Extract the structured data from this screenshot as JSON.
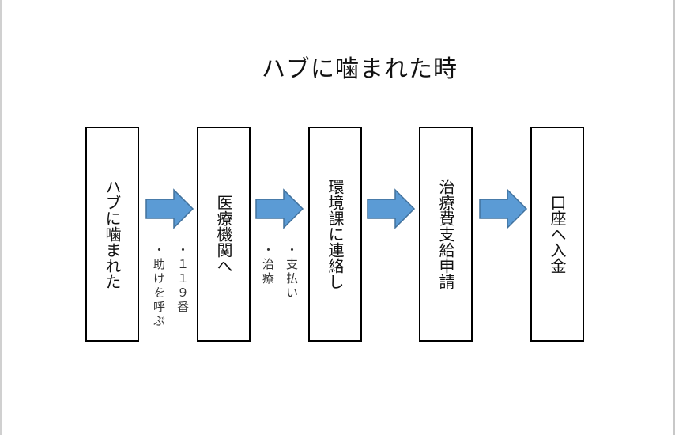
{
  "title": "ハブに噛まれた時",
  "boxes": [
    {
      "label": "ハブに噛まれた"
    },
    {
      "label": "医療機関へ"
    },
    {
      "label": "環境課に連絡し"
    },
    {
      "label": "治療費支給申請"
    },
    {
      "label": "口座へ入金"
    }
  ],
  "notes": [
    {
      "lines": [
        "・１１９番",
        "・助けを呼ぶ"
      ]
    },
    {
      "lines": [
        "・支払い",
        "・治療"
      ]
    }
  ],
  "colors": {
    "arrow_fill": "#5b9bd5",
    "arrow_stroke": "#41719c",
    "box_border": "#000000"
  }
}
